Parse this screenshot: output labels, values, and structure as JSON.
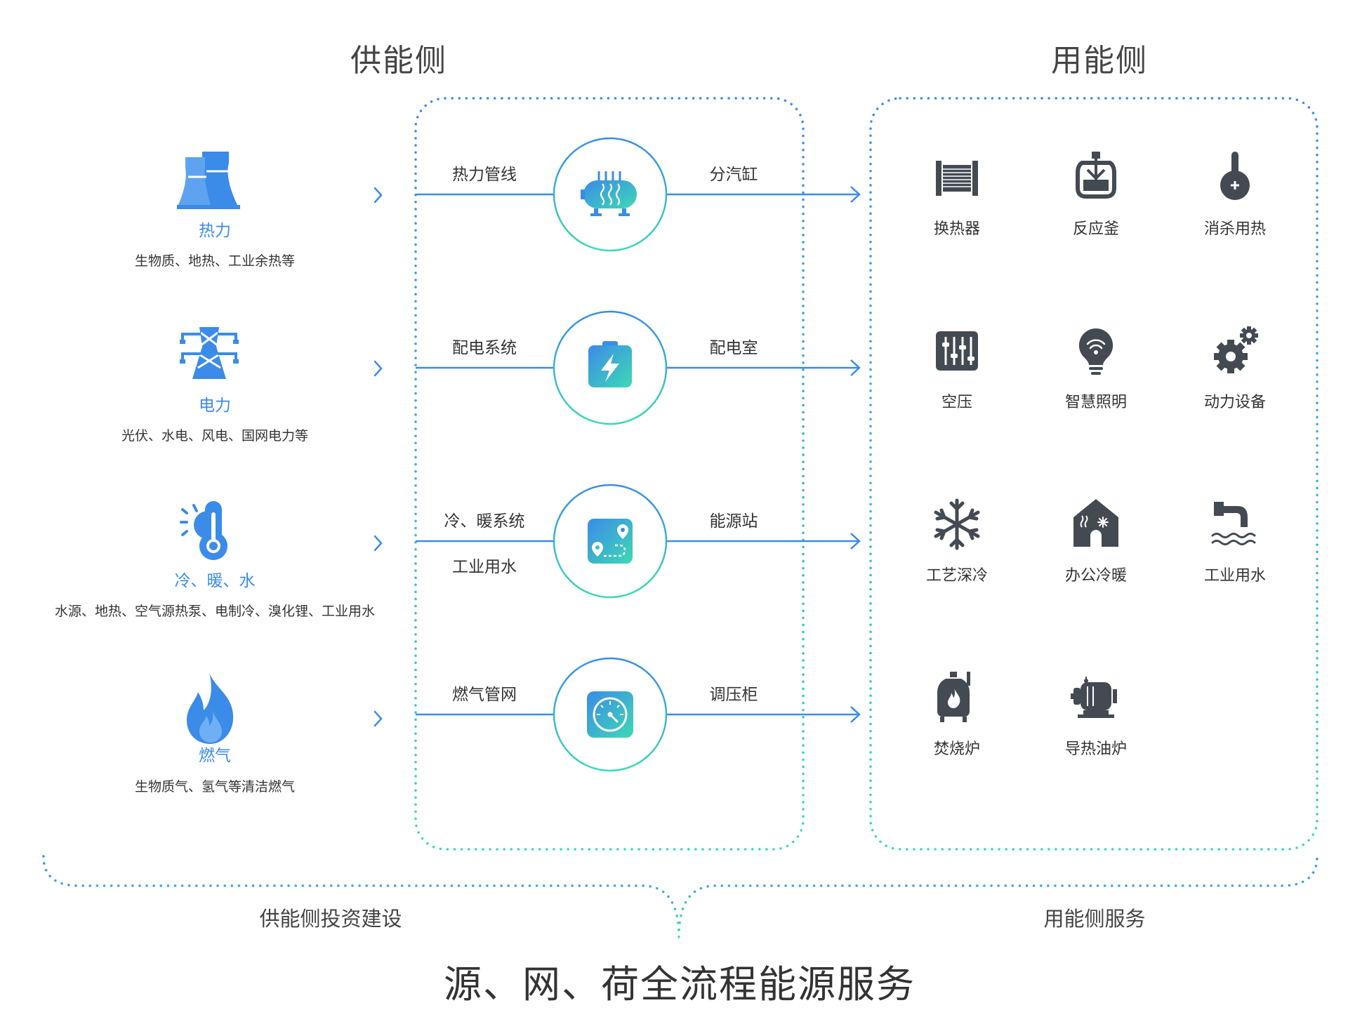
{
  "headings": {
    "supply": "供能侧",
    "demand": "用能侧"
  },
  "sources": [
    {
      "name": "热力",
      "desc": "生物质、地热、工业余热等",
      "icon": "cooling-tower-icon"
    },
    {
      "name": "电力",
      "desc": "光伏、水电、风电、国网电力等",
      "icon": "power-tower-icon"
    },
    {
      "name": "冷、暖、水",
      "desc": "水源、地热、空气源热泵、电制冷、溴化锂、工业用水",
      "icon": "thermometer-sun-icon"
    },
    {
      "name": "燃气",
      "desc": "生物质气、氢气等清洁燃气",
      "icon": "flame-icon"
    }
  ],
  "flows": [
    {
      "left": "热力管线",
      "right": "分汽缸",
      "icon": "steam-cylinder-icon"
    },
    {
      "left": "配电系统",
      "right": "配电室",
      "icon": "battery-bolt-icon"
    },
    {
      "left": "冷、暖系统",
      "left2": "工业用水",
      "right": "能源站",
      "icon": "map-pin-icon"
    },
    {
      "left": "燃气管网",
      "right": "调压柜",
      "icon": "pressure-gauge-icon"
    }
  ],
  "uses": [
    {
      "label": "换热器",
      "icon": "heat-exchanger-icon"
    },
    {
      "label": "反应釜",
      "icon": "reactor-icon"
    },
    {
      "label": "消杀用热",
      "icon": "thermometer-icon"
    },
    {
      "label": "空压",
      "icon": "equalizer-icon"
    },
    {
      "label": "智慧照明",
      "icon": "smart-bulb-icon"
    },
    {
      "label": "动力设备",
      "icon": "gears-icon"
    },
    {
      "label": "工艺深冷",
      "icon": "snowflake-icon"
    },
    {
      "label": "办公冷暖",
      "icon": "house-climate-icon"
    },
    {
      "label": "工业用水",
      "icon": "water-pipe-icon"
    },
    {
      "label": "焚烧炉",
      "icon": "incinerator-icon"
    },
    {
      "label": "导热油炉",
      "icon": "oil-boiler-icon"
    }
  ],
  "bottom": {
    "supply_label": "供能侧投资建设",
    "demand_label": "用能侧服务"
  },
  "title": "源、网、荷全流程能源服务",
  "colors": {
    "blue": "#3b8be8",
    "teal": "#3dd9b4",
    "dark_icon": "#444a52",
    "text": "#333333"
  }
}
